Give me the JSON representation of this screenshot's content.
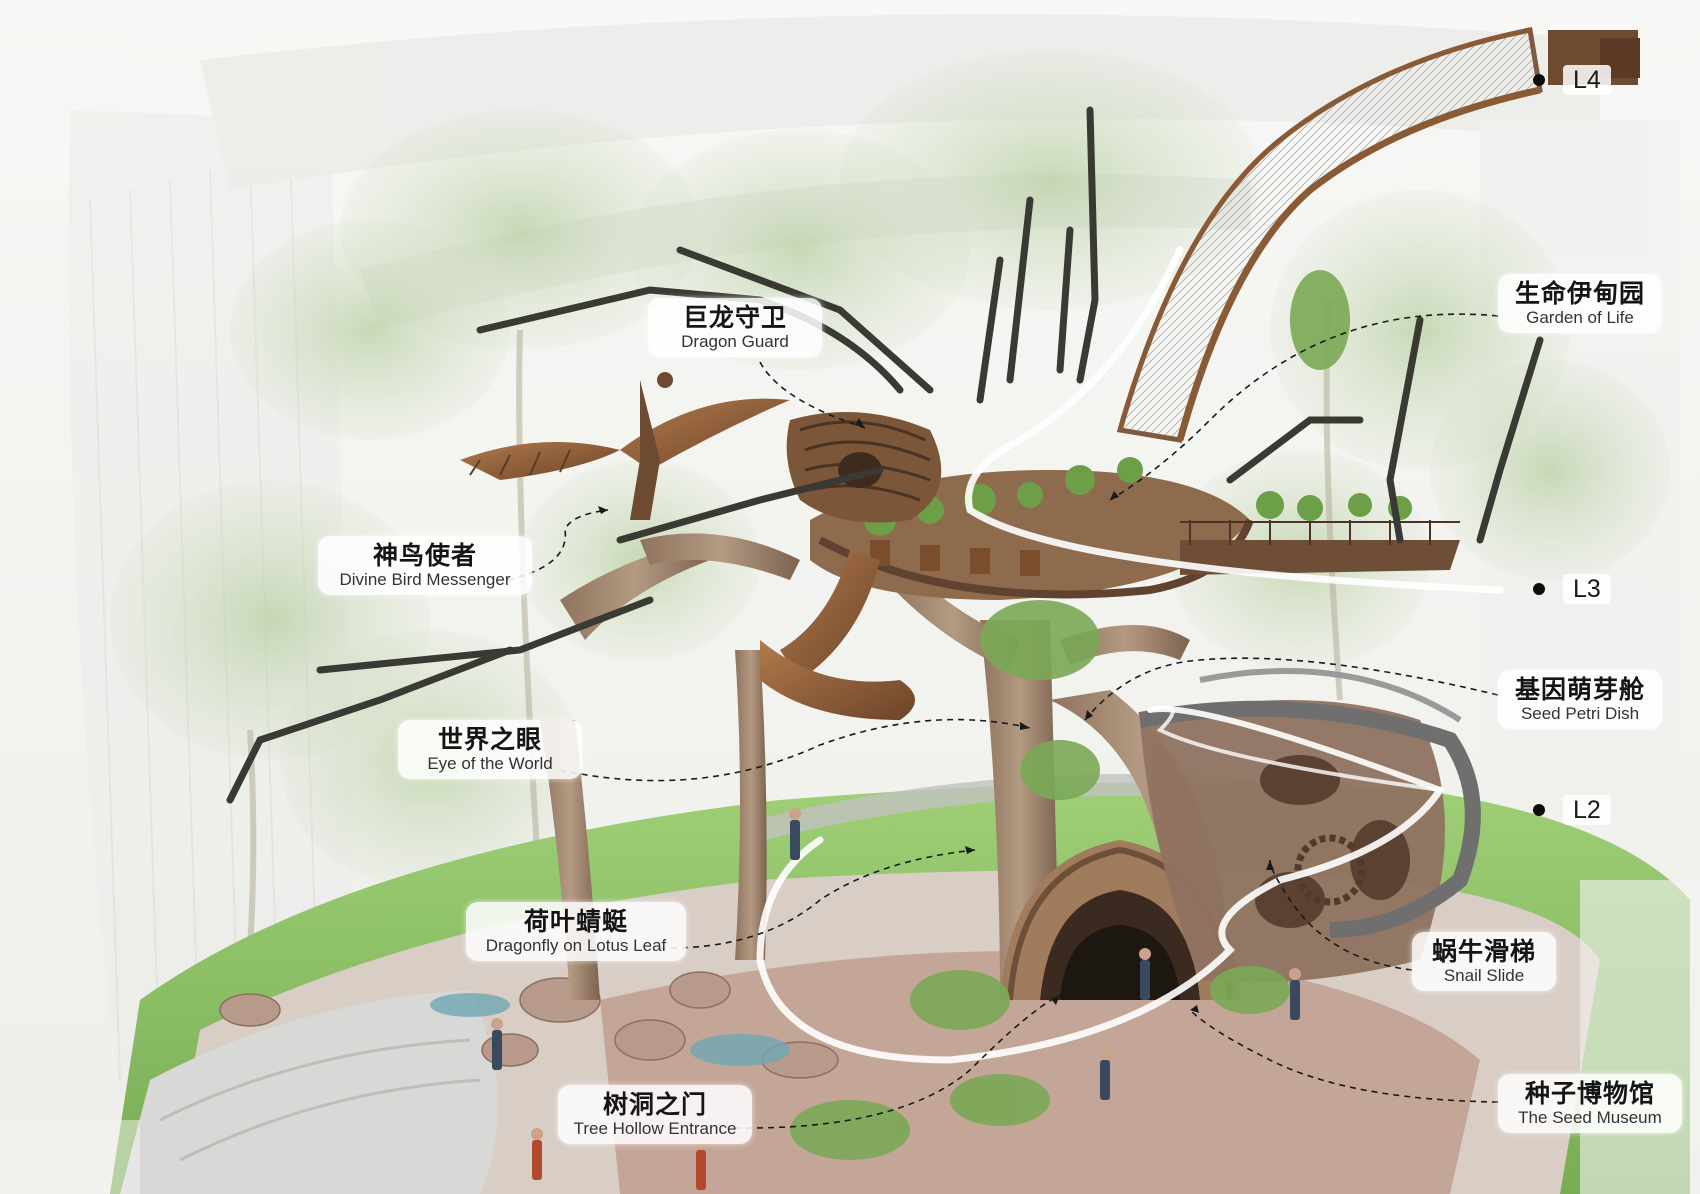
{
  "labels": {
    "dragon_guard": {
      "zh": "巨龙守卫",
      "en": "Dragon Guard"
    },
    "divine_bird": {
      "zh": "神鸟使者",
      "en": "Divine Bird Messenger"
    },
    "eye_world": {
      "zh": "世界之眼",
      "en": "Eye of the World"
    },
    "dragonfly": {
      "zh": "荷叶蜻蜓",
      "en": "Dragonfly on Lotus Leaf"
    },
    "tree_hollow": {
      "zh": "树洞之门",
      "en": "Tree Hollow Entrance"
    },
    "garden_life": {
      "zh": "生命伊甸园",
      "en": "Garden of Life"
    },
    "seed_petri": {
      "zh": "基因萌芽舱",
      "en": "Seed Petri Dish"
    },
    "snail_slide": {
      "zh": "蜗牛滑梯",
      "en": "Snail Slide"
    },
    "seed_museum": {
      "zh": "种子博物馆",
      "en": "The Seed Museum"
    }
  },
  "levels": {
    "l4": "L4",
    "l3": "L3",
    "l2": "L2"
  },
  "colors": {
    "bark": "#a98a70",
    "bronze": "#8a5a35",
    "foliage": "#7fae5c",
    "lawn": "#8fc46a",
    "ground": "#c9a99a",
    "leader": "#1a1a1a",
    "path_glow": "#ffffff"
  }
}
